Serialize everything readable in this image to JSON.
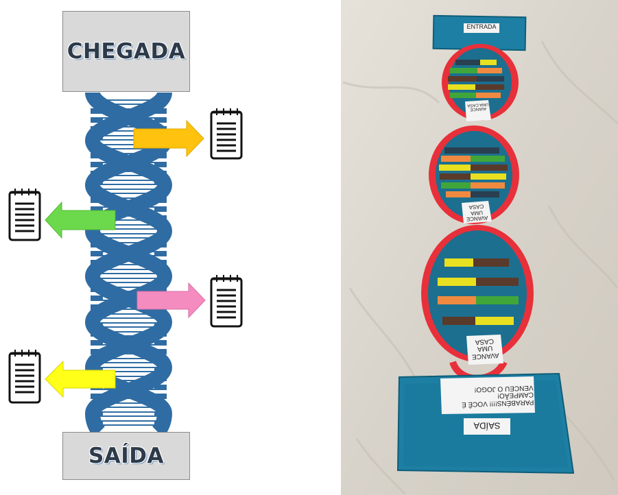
{
  "diagram": {
    "top_label": "CHEGADA",
    "bottom_label": "SAÍDA",
    "colors": {
      "helix": "#2f6ca3",
      "arrow_1": "#ffc20e",
      "arrow_2": "#6cd94c",
      "arrow_3": "#f48cc0",
      "arrow_4": "#ffff1a"
    },
    "icons": [
      "notepad-icon",
      "notepad-icon",
      "notepad-icon",
      "notepad-icon"
    ]
  },
  "photo": {
    "entrada_label": "ENTRADA",
    "saida_label": "SAÍDA",
    "avance_card_1": "AVANCE UMA CASA",
    "avance_card_2": "AVANCE UMA CASA",
    "avance_card_3": "AVANCE UMA CASA",
    "congrats_line_1": "PARABÉNS!!!! VOCÊ É",
    "congrats_line_2": "CAMPEÃO!",
    "congrats_line_3": "VENCEU O JOGO!"
  }
}
